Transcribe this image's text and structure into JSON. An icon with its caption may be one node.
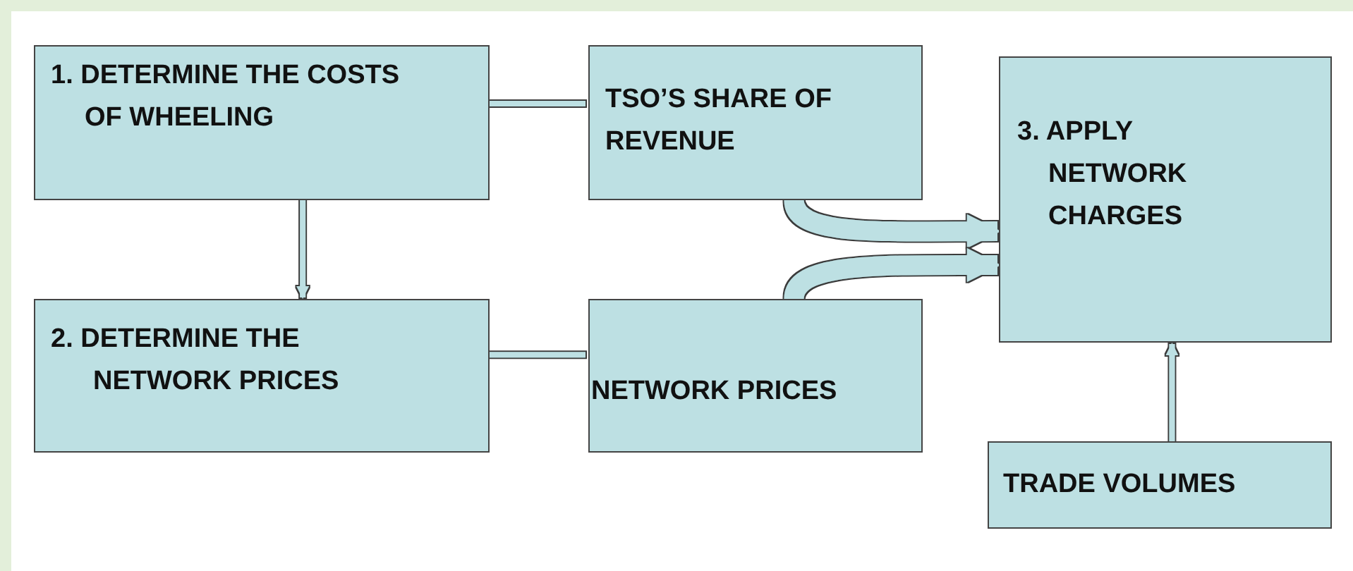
{
  "diagram": {
    "nodes": [
      {
        "text": [
          "1. DETERMINE THE COSTS OF WHEELING"
        ]
      },
      {
        "text": [
          "TSO’S SHARE OF REVENUE"
        ]
      },
      {
        "text": [
          "3. APPLY NETWORK CHARGES"
        ]
      },
      {
        "text": [
          "2. DETERMINE THE NETWORK PRICES"
        ]
      },
      {
        "text": [
          "NETWORK PRICES"
        ]
      },
      {
        "text": [
          "TRADE VOLUMES"
        ]
      }
    ],
    "edges": [
      {
        "from": 0,
        "to": 1,
        "arrow": "none"
      },
      {
        "from": 0,
        "to": 3,
        "arrow": "to"
      },
      {
        "from": 3,
        "to": 4,
        "arrow": "none"
      },
      {
        "from": 1,
        "to": 2,
        "arrow": "to",
        "style": "thick"
      },
      {
        "from": 4,
        "to": 2,
        "arrow": "to",
        "style": "thick"
      },
      {
        "from": 5,
        "to": 2,
        "arrow": "to"
      }
    ]
  }
}
